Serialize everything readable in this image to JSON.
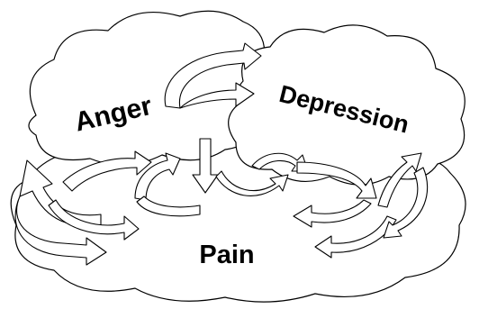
{
  "diagram": {
    "labels": {
      "anger": "Anger",
      "depression": "Depression",
      "pain": "Pain"
    }
  }
}
